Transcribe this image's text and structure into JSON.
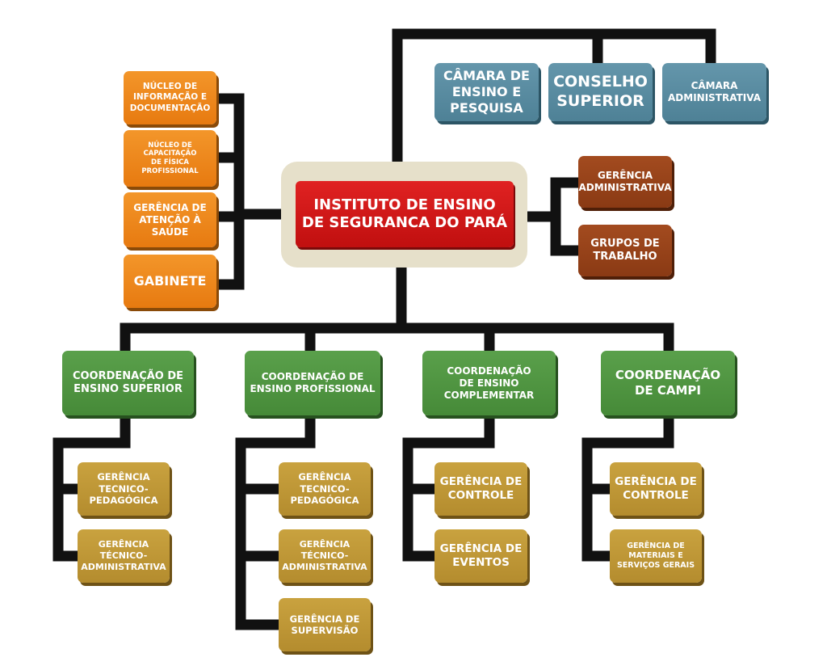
{
  "diagram": {
    "central": "INSTITUTO DE ENSINO\nDE SEGURANCA DO PARÁ",
    "top_bodies": [
      "CÂMARA DE\nENSINO E\nPESQUISA",
      "CONSELHO\nSUPERIOR",
      "CÂMARA\nADMINISTRATIVA"
    ],
    "left_units": [
      "NÚCLEO DE\nINFORMAÇÃO E\nDOCUMENTAÇÃO",
      "NÚCLEO DE\nCAPACITAÇÃO\nDE FÍSICA\nPROFISSIONAL",
      "GERÊNCIA DE\nATENÇÃO À\nSAÚDE",
      "GABINETE"
    ],
    "right_units": [
      "GERÊNCIA\nADMINISTRATIVA",
      "GRUPOS DE\nTRABALHO"
    ],
    "coordinations": [
      {
        "title": "COORDENAÇÃO DE\nENSINO SUPERIOR",
        "units": [
          "GERÊNCIA\nTECNICO-\nPEDAGÓGICA",
          "GERÊNCIA\nTÉCNICO-\nADMINISTRATIVA"
        ]
      },
      {
        "title": "COORDENAÇÃO DE\nENSINO PROFISSIONAL",
        "units": [
          "GERÊNCIA\nTECNICO-\nPEDAGÓGICA",
          "GERÊNCIA\nTÉCNICO-\nADMINISTRATIVA",
          "GERÊNCIA DE\nSUPERVISÃO"
        ]
      },
      {
        "title": "COORDENAÇÃO\nDE ENSINO\nCOMPLEMENTAR",
        "units": [
          "GERÊNCIA DE\nCONTROLE",
          "GERÊNCIA DE\nEVENTOS"
        ]
      },
      {
        "title": "COORDENAÇÃO\nDE CAMPI",
        "units": [
          "GERÊNCIA DE\nCONTROLE",
          "GERÊNCIA DE\nMATERIAIS E\nSERVIÇOS GERAIS"
        ]
      }
    ]
  }
}
